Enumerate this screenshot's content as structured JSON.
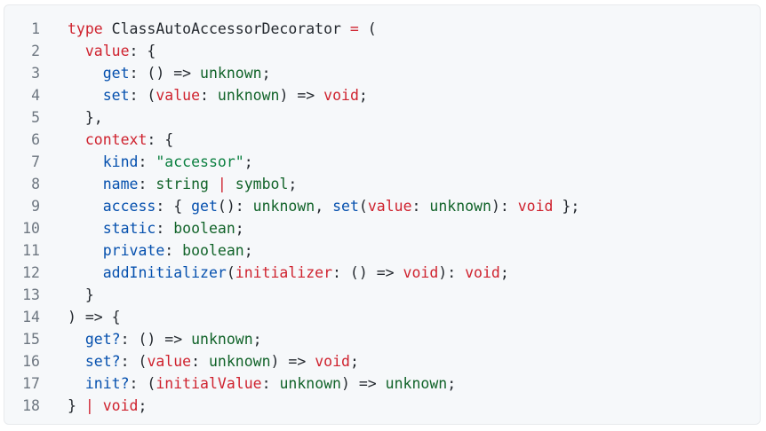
{
  "lines": [
    {
      "n": "1",
      "tokens": [
        [
          "key",
          "type"
        ],
        [
          "pun",
          " ClassAutoAccessorDecorator "
        ],
        [
          "key",
          "="
        ],
        [
          "pun",
          " ("
        ]
      ]
    },
    {
      "n": "2",
      "tokens": [
        [
          "pun",
          "  "
        ],
        [
          "key",
          "value"
        ],
        [
          "pun",
          ": {"
        ]
      ]
    },
    {
      "n": "3",
      "tokens": [
        [
          "pun",
          "    "
        ],
        [
          "prop",
          "get"
        ],
        [
          "pun",
          ": () => "
        ],
        [
          "type",
          "unknown"
        ],
        [
          "pun",
          ";"
        ]
      ]
    },
    {
      "n": "4",
      "tokens": [
        [
          "pun",
          "    "
        ],
        [
          "prop",
          "set"
        ],
        [
          "pun",
          ": ("
        ],
        [
          "key",
          "value"
        ],
        [
          "pun",
          ": "
        ],
        [
          "type",
          "unknown"
        ],
        [
          "pun",
          ") => "
        ],
        [
          "key",
          "void"
        ],
        [
          "pun",
          ";"
        ]
      ]
    },
    {
      "n": "5",
      "tokens": [
        [
          "pun",
          "  },"
        ]
      ]
    },
    {
      "n": "6",
      "tokens": [
        [
          "pun",
          "  "
        ],
        [
          "key",
          "context"
        ],
        [
          "pun",
          ": {"
        ]
      ]
    },
    {
      "n": "7",
      "tokens": [
        [
          "pun",
          "    "
        ],
        [
          "prop",
          "kind"
        ],
        [
          "pun",
          ": "
        ],
        [
          "str",
          "\"accessor\""
        ],
        [
          "pun",
          ";"
        ]
      ]
    },
    {
      "n": "8",
      "tokens": [
        [
          "pun",
          "    "
        ],
        [
          "prop",
          "name"
        ],
        [
          "pun",
          ": "
        ],
        [
          "type",
          "string"
        ],
        [
          "pun",
          " "
        ],
        [
          "key",
          "|"
        ],
        [
          "pun",
          " "
        ],
        [
          "type",
          "symbol"
        ],
        [
          "pun",
          ";"
        ]
      ]
    },
    {
      "n": "9",
      "tokens": [
        [
          "pun",
          "    "
        ],
        [
          "prop",
          "access"
        ],
        [
          "pun",
          ": { "
        ],
        [
          "fn",
          "get"
        ],
        [
          "pun",
          "(): "
        ],
        [
          "type",
          "unknown"
        ],
        [
          "pun",
          ", "
        ],
        [
          "fn",
          "set"
        ],
        [
          "pun",
          "("
        ],
        [
          "key",
          "value"
        ],
        [
          "pun",
          ": "
        ],
        [
          "type",
          "unknown"
        ],
        [
          "pun",
          "): "
        ],
        [
          "key",
          "void"
        ],
        [
          "pun",
          " };"
        ]
      ]
    },
    {
      "n": "10",
      "tokens": [
        [
          "pun",
          "    "
        ],
        [
          "prop",
          "static"
        ],
        [
          "pun",
          ": "
        ],
        [
          "type",
          "boolean"
        ],
        [
          "pun",
          ";"
        ]
      ]
    },
    {
      "n": "11",
      "tokens": [
        [
          "pun",
          "    "
        ],
        [
          "prop",
          "private"
        ],
        [
          "pun",
          ": "
        ],
        [
          "type",
          "boolean"
        ],
        [
          "pun",
          ";"
        ]
      ]
    },
    {
      "n": "12",
      "tokens": [
        [
          "pun",
          "    "
        ],
        [
          "fn",
          "addInitializer"
        ],
        [
          "pun",
          "("
        ],
        [
          "key",
          "initializer"
        ],
        [
          "pun",
          ": () => "
        ],
        [
          "key",
          "void"
        ],
        [
          "pun",
          "): "
        ],
        [
          "key",
          "void"
        ],
        [
          "pun",
          ";"
        ]
      ]
    },
    {
      "n": "13",
      "tokens": [
        [
          "pun",
          "  }"
        ]
      ]
    },
    {
      "n": "14",
      "tokens": [
        [
          "pun",
          ") => {"
        ]
      ]
    },
    {
      "n": "15",
      "tokens": [
        [
          "pun",
          "  "
        ],
        [
          "prop",
          "get?"
        ],
        [
          "pun",
          ": () => "
        ],
        [
          "type",
          "unknown"
        ],
        [
          "pun",
          ";"
        ]
      ]
    },
    {
      "n": "16",
      "tokens": [
        [
          "pun",
          "  "
        ],
        [
          "prop",
          "set?"
        ],
        [
          "pun",
          ": ("
        ],
        [
          "key",
          "value"
        ],
        [
          "pun",
          ": "
        ],
        [
          "type",
          "unknown"
        ],
        [
          "pun",
          ") => "
        ],
        [
          "key",
          "void"
        ],
        [
          "pun",
          ";"
        ]
      ]
    },
    {
      "n": "17",
      "tokens": [
        [
          "pun",
          "  "
        ],
        [
          "prop",
          "init?"
        ],
        [
          "pun",
          ": ("
        ],
        [
          "key",
          "initialValue"
        ],
        [
          "pun",
          ": "
        ],
        [
          "type",
          "unknown"
        ],
        [
          "pun",
          ") => "
        ],
        [
          "type",
          "unknown"
        ],
        [
          "pun",
          ";"
        ]
      ]
    },
    {
      "n": "18",
      "tokens": [
        [
          "pun",
          "} "
        ],
        [
          "key",
          "|"
        ],
        [
          "pun",
          " "
        ],
        [
          "key",
          "void"
        ],
        [
          "pun",
          ";"
        ]
      ]
    }
  ]
}
